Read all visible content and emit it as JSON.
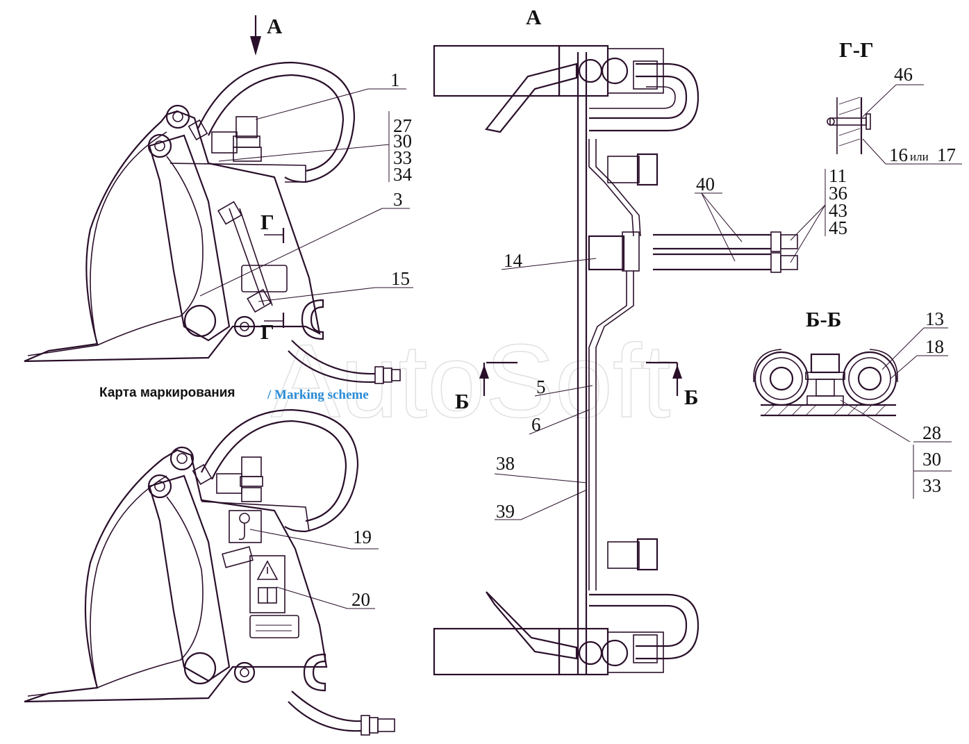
{
  "colors": {
    "line": "#2a0f2a",
    "caption_en": "#2a8bd6",
    "watermark": "#c8c8c8"
  },
  "views": {
    "view_a_arrow": "А",
    "view_a_title": "А",
    "section_g_title": "Г-Г",
    "section_b_title": "Б-Б",
    "cut_g_top": "Г",
    "cut_g_bottom": "Г",
    "cut_b_left": "Б",
    "cut_b_right": "Б"
  },
  "caption": {
    "ru": "Карта маркирования",
    "en": "/ Marking scheme"
  },
  "watermark": "AutoSoft",
  "callouts": {
    "c1": "1",
    "c27": "27",
    "c30a": "30",
    "c33a": "33",
    "c34": "34",
    "c3": "3",
    "c15": "15",
    "c19": "19",
    "c20": "20",
    "c14": "14",
    "c5": "5",
    "c6": "6",
    "c38": "38",
    "c39": "39",
    "c40": "40",
    "c11": "11",
    "c36": "36",
    "c43": "43",
    "c45": "45",
    "c46": "46",
    "c16": "16",
    "c_or": "или",
    "c17": "17",
    "c13": "13",
    "c18": "18",
    "c28": "28",
    "c30b": "30",
    "c33b": "33"
  }
}
